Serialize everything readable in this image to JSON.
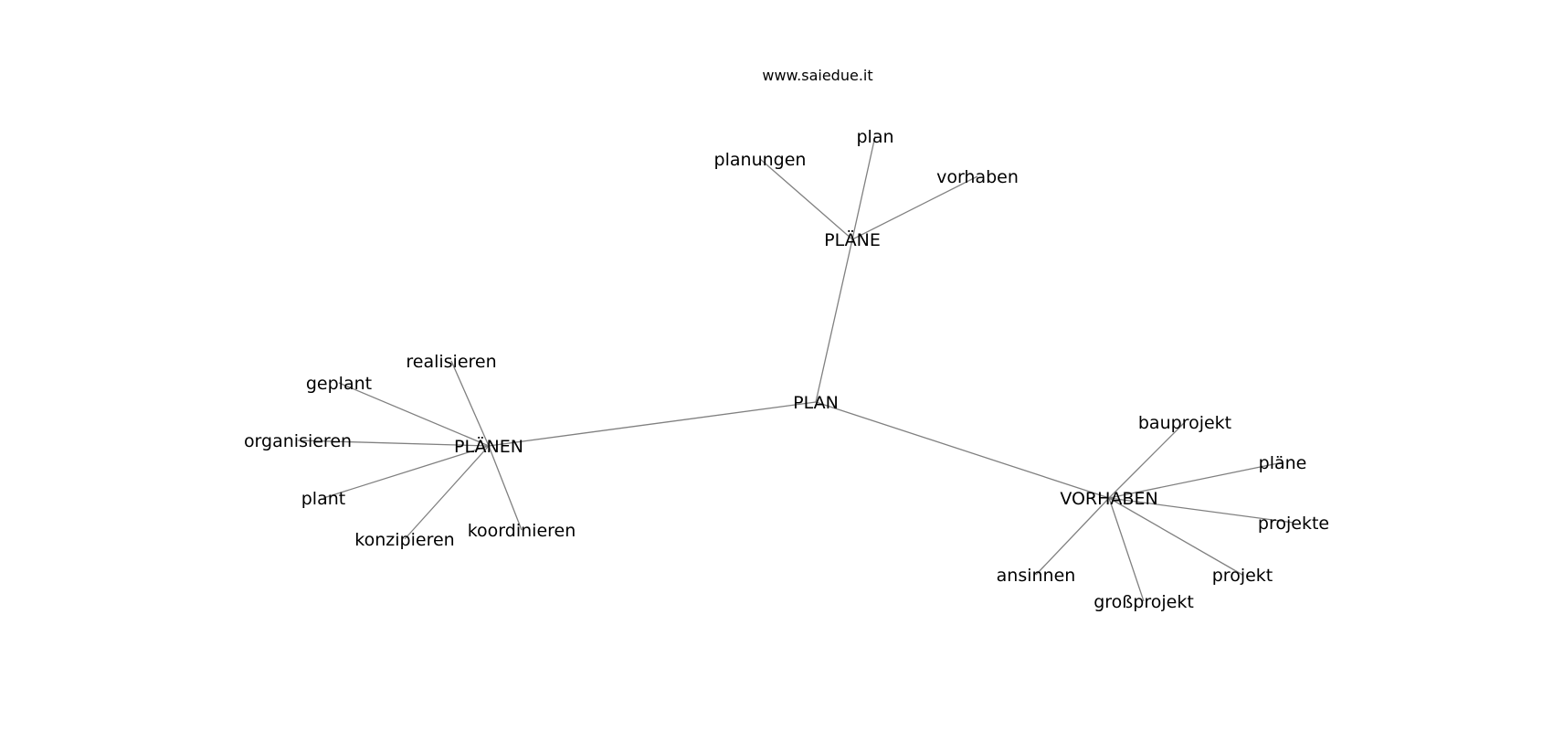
{
  "watermark": "www.saiedue.it",
  "graph": {
    "center": "PLAN",
    "nodes": [
      {
        "id": "plan_root",
        "label": "PLAN"
      },
      {
        "id": "plaene_hub",
        "label": "PLÄNE"
      },
      {
        "id": "plaenen_hub",
        "label": "PLÄNEN"
      },
      {
        "id": "vorhaben_hub",
        "label": "VORHABEN"
      },
      {
        "id": "plan_leaf",
        "label": "plan"
      },
      {
        "id": "planungen",
        "label": "planungen"
      },
      {
        "id": "vorhaben_leaf",
        "label": "vorhaben"
      },
      {
        "id": "realisieren",
        "label": "realisieren"
      },
      {
        "id": "geplant",
        "label": "geplant"
      },
      {
        "id": "organisieren",
        "label": "organisieren"
      },
      {
        "id": "plant",
        "label": "plant"
      },
      {
        "id": "konzipieren",
        "label": "konzipieren"
      },
      {
        "id": "koordinieren",
        "label": "koordinieren"
      },
      {
        "id": "bauprojekt",
        "label": "bauprojekt"
      },
      {
        "id": "plaene_leaf",
        "label": "pläne"
      },
      {
        "id": "projekte",
        "label": "projekte"
      },
      {
        "id": "projekt",
        "label": "projekt"
      },
      {
        "id": "grossprojekt",
        "label": "großprojekt"
      },
      {
        "id": "ansinnen",
        "label": "ansinnen"
      }
    ],
    "edges": [
      [
        "plan_root",
        "plaene_hub"
      ],
      [
        "plan_root",
        "plaenen_hub"
      ],
      [
        "plan_root",
        "vorhaben_hub"
      ],
      [
        "plaene_hub",
        "plan_leaf"
      ],
      [
        "plaene_hub",
        "planungen"
      ],
      [
        "plaene_hub",
        "vorhaben_leaf"
      ],
      [
        "plaenen_hub",
        "realisieren"
      ],
      [
        "plaenen_hub",
        "geplant"
      ],
      [
        "plaenen_hub",
        "organisieren"
      ],
      [
        "plaenen_hub",
        "plant"
      ],
      [
        "plaenen_hub",
        "konzipieren"
      ],
      [
        "plaenen_hub",
        "koordinieren"
      ],
      [
        "vorhaben_hub",
        "bauprojekt"
      ],
      [
        "vorhaben_hub",
        "plaene_leaf"
      ],
      [
        "vorhaben_hub",
        "projekte"
      ],
      [
        "vorhaben_hub",
        "projekt"
      ],
      [
        "vorhaben_hub",
        "grossprojekt"
      ],
      [
        "vorhaben_hub",
        "ansinnen"
      ]
    ]
  }
}
